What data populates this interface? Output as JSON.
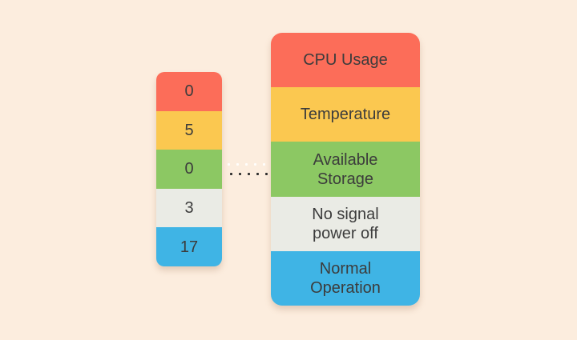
{
  "colors": {
    "background": "#FCEDDE",
    "text": "#3C3C3C",
    "red": "#FC6D59",
    "yellow": "#FBC850",
    "green": "#8CC863",
    "gray": "#EAEBE5",
    "blue": "#3FB4E5",
    "dot_dark": "#2E2E2E",
    "dot_highlight": "#FFFDF6"
  },
  "left_stack": {
    "cells": [
      {
        "value": "0",
        "color": "#FC6D59"
      },
      {
        "value": "5",
        "color": "#FBC850"
      },
      {
        "value": "0",
        "color": "#8CC863"
      },
      {
        "value": "3",
        "color": "#EAEBE5"
      },
      {
        "value": "17",
        "color": "#3FB4E5"
      }
    ]
  },
  "right_stack": {
    "cells": [
      {
        "label": "CPU Usage",
        "color": "#FC6D59"
      },
      {
        "label": "Temperature",
        "color": "#FBC850"
      },
      {
        "label": "Available\nStorage",
        "color": "#8CC863"
      },
      {
        "label": "No signal\npower off",
        "color": "#EAEBE5"
      },
      {
        "label": "Normal\nOperation",
        "color": "#3FB4E5"
      }
    ]
  }
}
